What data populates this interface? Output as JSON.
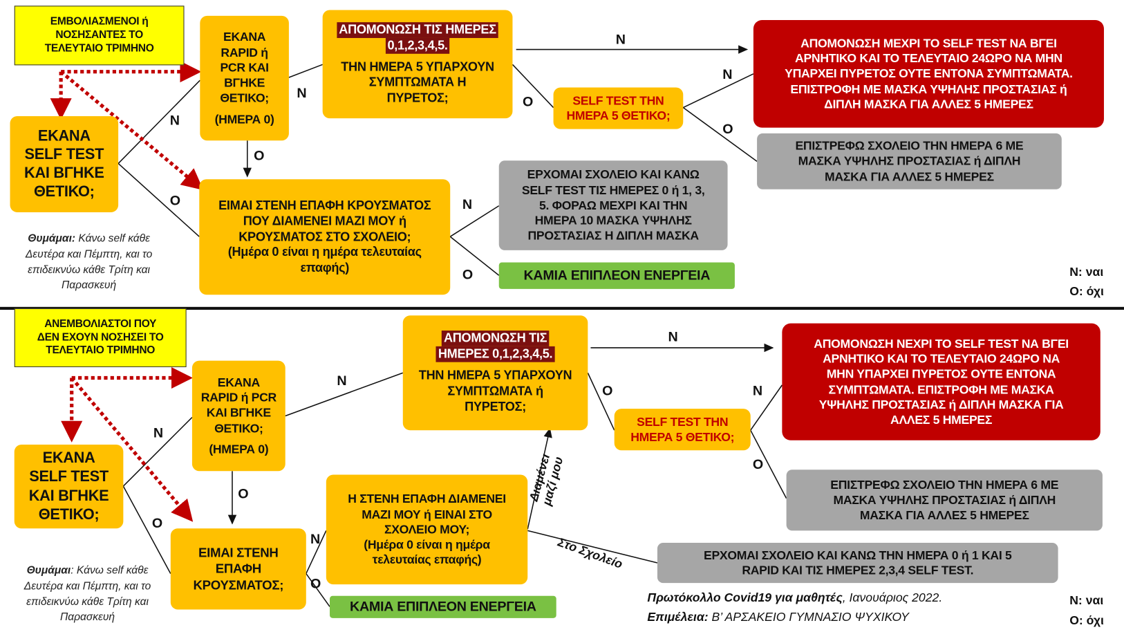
{
  "top": {
    "group_label": "ΕΜΒΟΛΙΑΣΜΕΝΟΙ  ή\nΝΟΣΗΣΑΝΤΕΣ ΤΟ\nΤΕΛΕΥΤΑΙΟ ΤΡΙΜΗΝΟ",
    "self_test_q": "ΕΚΑΝΑ\nSELF TEST\nΚΑΙ ΒΓΗΚΕ\nΘΕΤΙΚΟ;",
    "rapid_q": "ΕΚΑΝΑ\nRAPID ή\nPCR ΚΑΙ\nΒΓΗΚΕ\nΘΕΤΙΚΟ;",
    "rapid_day": "(ΗΜΕΡΑ 0)",
    "isolation_head_1": "ΑΠΟΜΟΝΩΣΗ ΤΙΣ ΗΜΕΡΕΣ",
    "isolation_head_2": "0,1,2,3,4,5.",
    "isolation_q": "ΤΗΝ ΗΜΕΡΑ 5 ΥΠΑΡΧΟΥΝ\nΣΥΜΠΤΩΜΑΤΑ Η\nΠΥΡΕΤΟΣ;",
    "day5_q": "SELF TEST ΤΗΝ\nΗΜΕΡΑ 5 ΘΕΤΙΚΟ;",
    "isolate_until": "ΑΠΟΜΟΝΩΣΗ ΜΕΧΡΙ ΤΟ SELF TEST ΝΑ ΒΓΕΙ\nΑΡΝΗΤΙΚΟ ΚΑΙ ΤΟ ΤΕΛΕΥΤΑΙΟ 24ΩΡΟ ΝΑ ΜΗΝ\nΥΠΑΡΧΕΙ ΠΥΡΕΤΟΣ ΟΥΤΕ ΕΝΤΟΝΑ ΣΥΜΠΤΩΜΑΤΑ.\nΕΠΙΣΤΡΟΦΗ ΜΕ ΜΑΣΚΑ ΥΨΗΛΗΣ ΠΡΟΣΤΑΣΙΑΣ ή\nΔΙΠΛΗ ΜΑΣΚΑ ΓΙΑ ΑΛΛΕΣ 5 ΗΜΕΡΕΣ",
    "return_day6": "ΕΠΙΣΤΡΕΦΩ ΣΧΟΛΕΙΟ ΤΗΝ ΗΜΕΡΑ 6 ΜΕ\nΜΑΣΚΑ ΥΨΗΛΗΣ ΠΡΟΣΤΑΣΙΑΣ ή ΔΙΠΛΗ\nΜΑΣΚΑ ΓΙΑ ΑΛΛΕΣ 5 ΗΜΕΡΕΣ",
    "contact_q": "ΕΙΜΑΙ ΣΤΕΝΗ ΕΠΑΦΗ ΚΡΟΥΣΜΑΤΟΣ\nΠΟΥ ΔΙΑΜΕΝΕΙ ΜΑΖΙ ΜΟΥ ή\nΚΡΟΥΣΜΑΤΟΣ ΣΤΟ ΣΧΟΛΕΙΟ;\n(Ημέρα 0 είναι η ημέρα τελευταίας\nεπαφής)",
    "come_school": "ΕΡΧΟΜΑΙ ΣΧΟΛΕΙΟ ΚΑΙ ΚΑΝΩ\nSELF TEST ΤΙΣ ΗΜΕΡΕΣ 0 ή 1, 3,\n5.  ΦΟΡΑΩ ΜΕΧΡΙ ΚΑΙ ΤΗΝ\nΗΜΕΡΑ 10 ΜΑΣΚΑ ΥΨΗΛΗΣ\nΠΡΟΣΤΑΣΙΑΣ Η ΔΙΠΛΗ ΜΑΣΚΑ",
    "no_action": "ΚΑΜΙΑ ΕΠΙΠΛΕΟΝ ΕΝΕΡΓΕΙΑ",
    "note_bold": "Θυμάμαι:",
    "note_text": " Κάνω self κάθε\nΔευτέρα και Πέμπτη, και το\nεπιδεικνύω κάθε  Τρίτη και\nΠαρασκευή"
  },
  "bottom": {
    "group_label": "ΑΝΕΜΒΟΛΙΑΣΤΟΙ   ΠΟΥ\nΔΕΝ ΕΧΟΥΝ ΝΟΣΗΣΕΙ ΤΟ\nΤΕΛΕΥΤΑΙΟ ΤΡΙΜΗΝΟ",
    "self_test_q": "ΕΚΑΝΑ\nSELF TEST\nΚΑΙ ΒΓΗΚΕ\nΘΕΤΙΚΟ;",
    "rapid_q": "ΕΚΑΝΑ\nRAPID ή PCR\nΚΑΙ ΒΓΗΚΕ\nΘΕΤΙΚΟ;",
    "rapid_day": "(ΗΜΕΡΑ 0)",
    "isolation_head_1": "ΑΠΟΜΟΝΩΣΗ ΤΙΣ",
    "isolation_head_2": "ΗΜΕΡΕΣ 0,1,2,3,4,5.",
    "isolation_q": "ΤΗΝ ΗΜΕΡΑ 5 ΥΠΑΡΧΟΥΝ\nΣΥΜΠΤΩΜΑΤΑ ή\nΠΥΡΕΤΟΣ;",
    "day5_q": "SELF TEST ΤΗΝ\nΗΜΕΡΑ 5 ΘΕΤΙΚΟ;",
    "isolate_until": "ΑΠΟΜΟΝΩΣΗ ΝΕΧΡΙ ΤΟ SELF TEST ΝΑ ΒΓΕΙ\nΑΡΝΗΤΙΚΟ ΚΑΙ ΤΟ ΤΕΛΕΥΤΑΙΟ 24ΩΡΟ ΝΑ\nΜΗΝ ΥΠΑΡΧΕΙ ΠΥΡΕΤΟΣ ΟΥΤΕ ΕΝΤΟΝΑ\nΣΥΜΠΤΩΜΑΤΑ. ΕΠΙΣΤΡΟΦΗ ΜΕ ΜΑΣΚΑ\nΥΨΗΛΗΣ ΠΡΟΣΤΑΣΙΑΣ ή ΔΙΠΛΗ ΜΑΣΚΑ ΓΙΑ\nΑΛΛΕΣ 5 ΗΜΕΡΕΣ",
    "return_day6": "ΕΠΙΣΤΡΕΦΩ ΣΧΟΛΕΙΟ ΤΗΝ ΗΜΕΡΑ 6 ΜΕ\nΜΑΣΚΑ ΥΨΗΛΗΣ ΠΡΟΣΤΑΣΙΑΣ ή ΔΙΠΛΗ\nΜΑΣΚΑ ΓΙΑ ΑΛΛΕΣ  5 ΗΜΕΡΕΣ",
    "contact_q": "ΕΙΜΑΙ ΣΤΕΝΗ\nΕΠΑΦΗ\nΚΡΟΥΣΜΑΤΟΣ;",
    "close_contact_q": "Η ΣΤΕΝΗ ΕΠΑΦΗ ΔΙΑΜΕΝΕΙ\nΜΑΖΙ ΜΟΥ ή ΕΙΝΑΙ ΣΤΟ\nΣΧΟΛΕΙΟ ΜΟΥ;\n(Ημέρα 0 είναι η ημέρα\nτελευταίας επαφής)",
    "lives_with_me": "Διαμένει\nμαζί μου",
    "at_school": "Στο Σχολείο",
    "come_school": "ΕΡΧΟΜΑΙ ΣΧΟΛΕΙΟ ΚΑΙ ΚΑΝΩ ΤΗΝ ΗΜΕΡΑ 0 ή 1  ΚΑΙ 5\nRAPID ΚΑΙ ΤΙΣ ΗΜΕΡΕΣ 2,3,4 SELF TEST.",
    "no_action": "ΚΑΜΙΑ ΕΠΙΠΛΕΟΝ ΕΝΕΡΓΕΙΑ",
    "note_bold": "Θυμάμαι",
    "note_text": ": Κάνω self κάθε\nΔευτέρα και Πέμπτη, και το\nεπιδεικνύω κάθε  Τρίτη και\nΠαρασκευή"
  },
  "labels": {
    "yes": "Ν",
    "no": "Ο"
  },
  "legend": {
    "yes": "Ν: ναι",
    "no": "Ο: όχι"
  },
  "footer": {
    "title_bold": "Πρωτόκολλο Covid19 για μαθητές",
    "title_rest": ", Ιανουάριος 2022.",
    "credit_bold": "Επιμέλεια:",
    "credit_rest": " Β’ ΑΡΣΑΚΕΙΟ ΓΥΜΝΑΣΙΟ ΨΥΧΙΚΟΥ"
  },
  "colors": {
    "yellow": "#ffff00",
    "orange": "#ffc000",
    "red": "#c00000",
    "grey": "#a6a6a6",
    "green": "#7ac143",
    "dotted_arrow": "#c00000"
  }
}
